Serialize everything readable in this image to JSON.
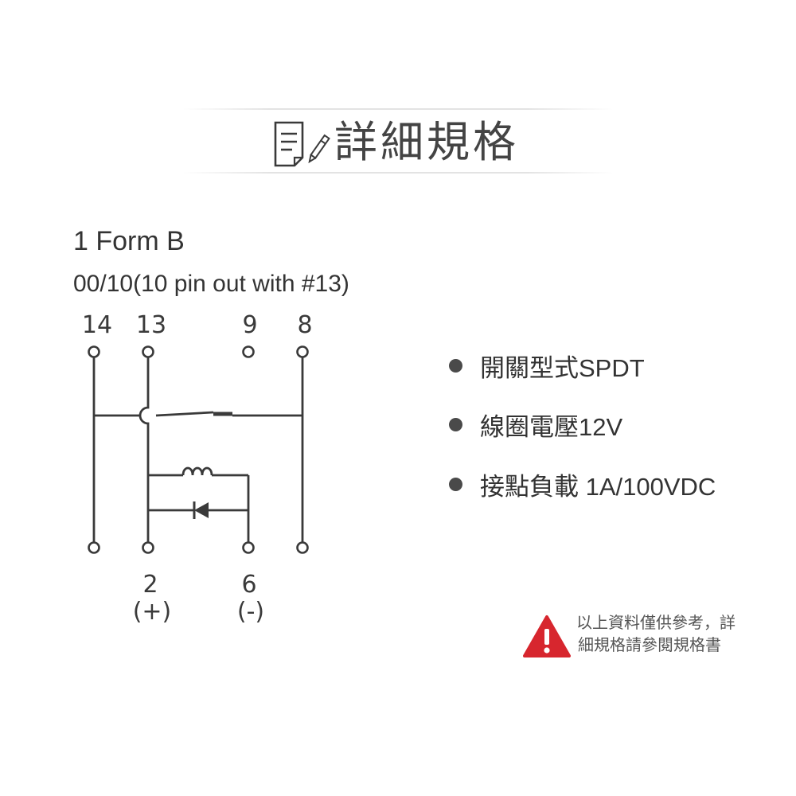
{
  "header": {
    "title": "詳細規格",
    "icon": "document-pen-icon"
  },
  "diagram": {
    "form_title": "1 Form B",
    "subtitle": "00/10(10 pin out with #13)",
    "top_pins": [
      "14",
      "13",
      "9",
      "8"
    ],
    "bottom_pins": [
      {
        "number": "2",
        "polarity": "(+)"
      },
      {
        "number": "6",
        "polarity": "(-)"
      }
    ],
    "components": [
      "coil-icon",
      "diode-icon",
      "switch-contact-icon"
    ]
  },
  "specs": [
    {
      "label": "開關型式SPDT"
    },
    {
      "label": "線圈電壓12V"
    },
    {
      "label": "接點負載 1A/100VDC"
    }
  ],
  "notice": {
    "line1": "以上資料僅供參考，詳",
    "line2": "細規格請參閱規格書",
    "icon": "warning-icon",
    "color": "#d7262e"
  }
}
